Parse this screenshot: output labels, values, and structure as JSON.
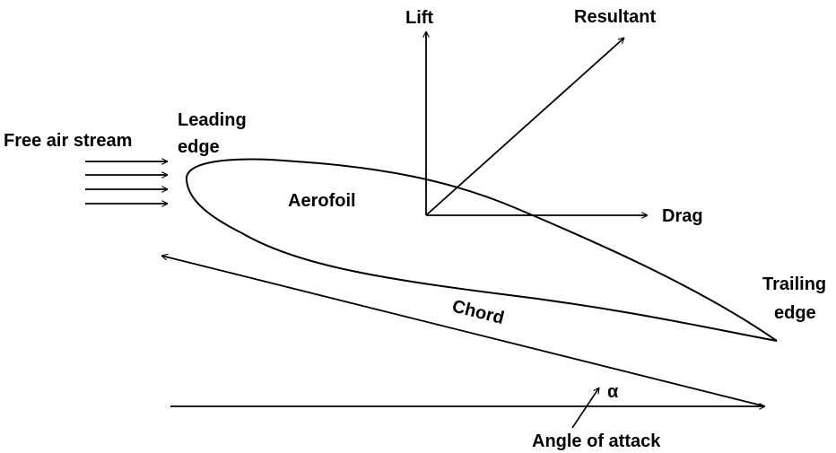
{
  "labels": {
    "free_air_stream": "Free air stream",
    "leading_edge_line1": "Leading",
    "leading_edge_line2": "edge",
    "aerofoil": "Aerofoil",
    "lift": "Lift",
    "resultant": "Resultant",
    "drag": "Drag",
    "trailing_edge_line1": "Trailing",
    "trailing_edge_line2": "edge",
    "chord": "Chord",
    "alpha": "α",
    "angle_of_attack": "Angle of attack"
  },
  "colors": {
    "line": "#000000",
    "background": "#ffffff"
  }
}
